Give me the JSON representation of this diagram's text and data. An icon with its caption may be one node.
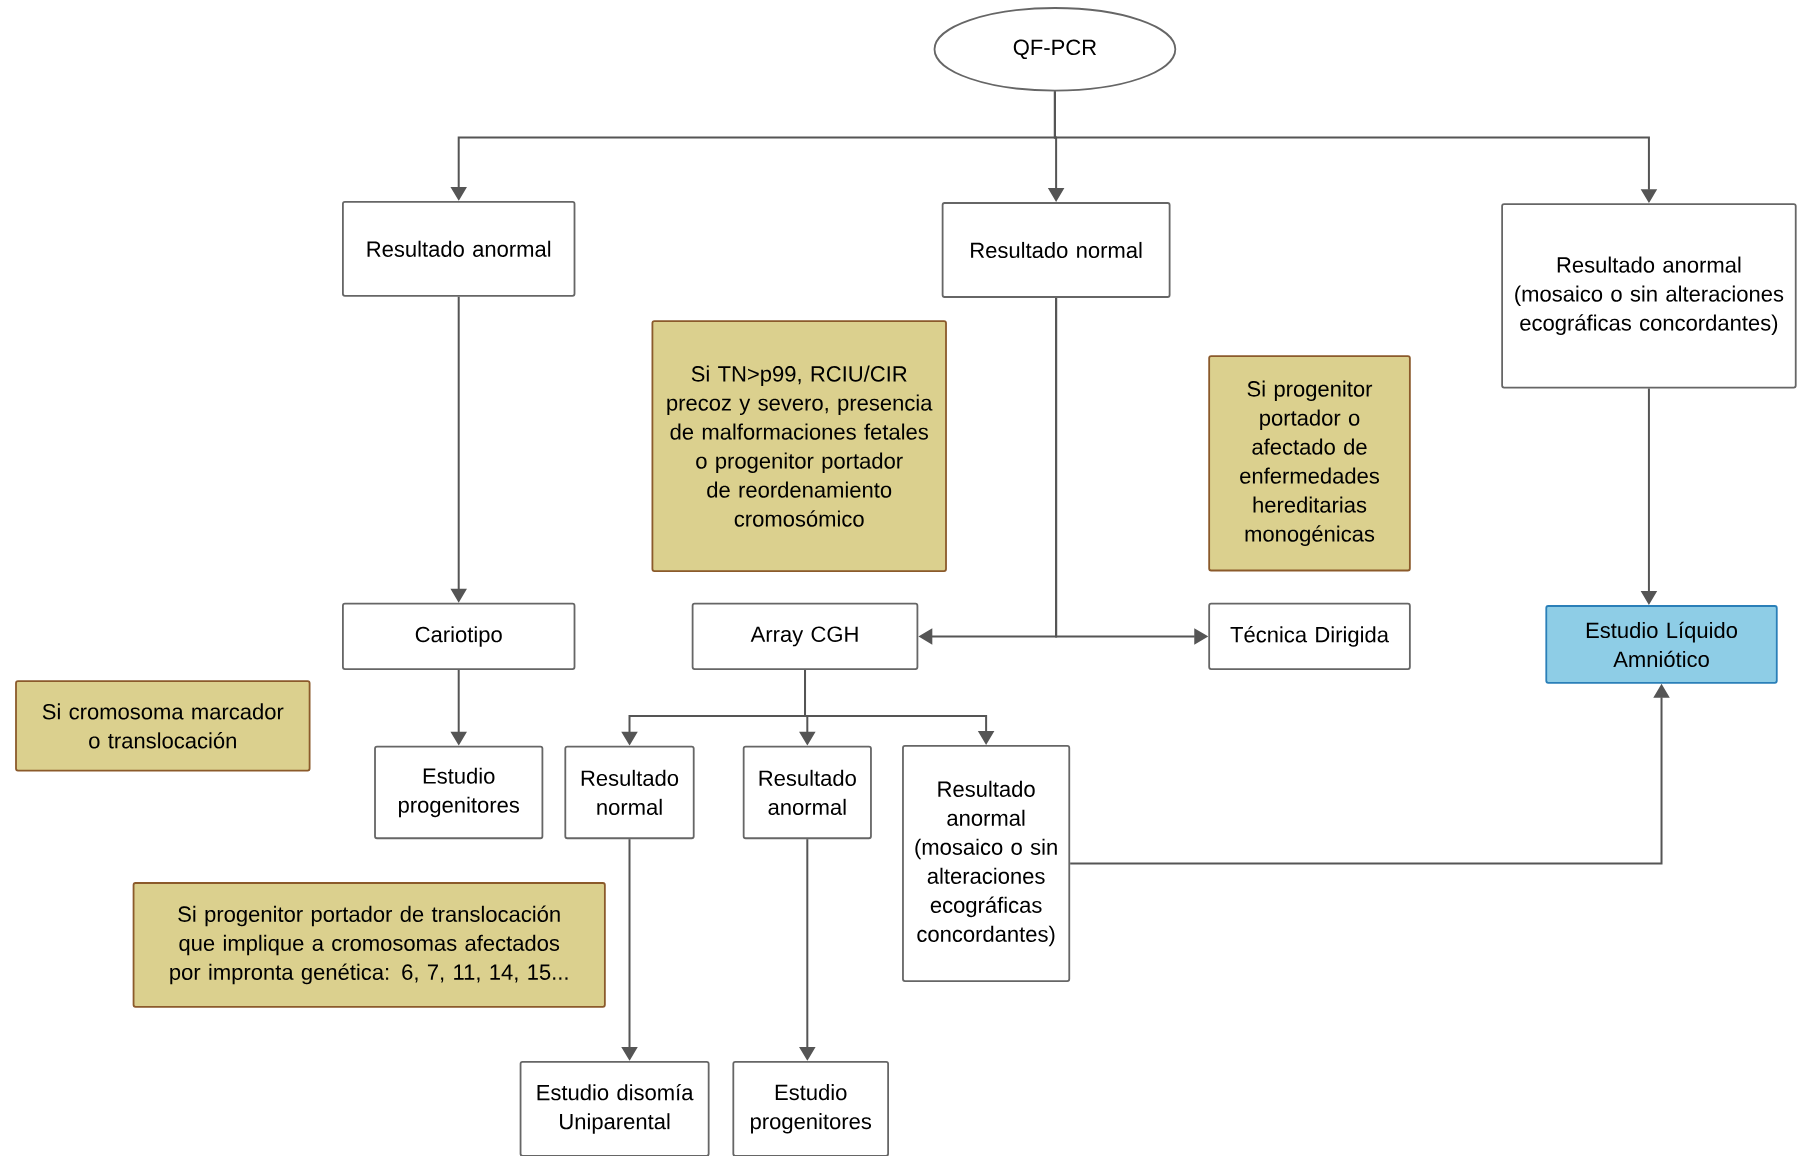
{
  "diagram": {
    "nodes": [
      {
        "text": [
          "QF-PCR"
        ]
      },
      {
        "text": [
          "Resultado anormal"
        ]
      },
      {
        "text": [
          "Resultado normal"
        ]
      },
      {
        "text": [
          "Resultado anormal (mosaico o sin alteraciones ecográficas concordantes)"
        ]
      },
      {
        "text": [
          "Si TN>p99, RCIU/CIR precoz y severo, presencia de malformaciones fetales o progenitor portador de reordenamiento cromosómico"
        ]
      },
      {
        "text": [
          "Si progenitor portador o afectado de enfermedades hereditarias monogénicas"
        ]
      },
      {
        "text": [
          "Cariotipo"
        ]
      },
      {
        "text": [
          "Array CGH"
        ]
      },
      {
        "text": [
          "Técnica Dirigida"
        ]
      },
      {
        "text": [
          "Estudio Líquido Amniótico"
        ]
      },
      {
        "text": [
          "Si cromosoma marcador o translocación"
        ]
      },
      {
        "text": [
          "Estudio progenitores"
        ]
      },
      {
        "text": [
          "Resultado normal"
        ]
      },
      {
        "text": [
          "Resultado anormal"
        ]
      },
      {
        "text": [
          "Resultado anormal (mosaico o sin alteraciones ecográficas concordantes)"
        ]
      },
      {
        "text": [
          "Si progenitor portador de translocación que implique a cromosomas afectados por impronta genética: 6, 7, 11, 14, 15..."
        ]
      },
      {
        "text": [
          "Estudio disomía Uniparental"
        ]
      },
      {
        "text": [
          "Estudio progenitores"
        ]
      }
    ],
    "edges": [
      {
        "from": 0,
        "to": 1,
        "arrow": "to"
      },
      {
        "from": 0,
        "to": 2,
        "arrow": "to"
      },
      {
        "from": 0,
        "to": 3,
        "arrow": "to"
      },
      {
        "from": 1,
        "to": 6,
        "arrow": "to"
      },
      {
        "from": 3,
        "to": 9,
        "arrow": "to"
      },
      {
        "from": 2,
        "to": 7,
        "arrow": "to"
      },
      {
        "from": 2,
        "to": 8,
        "arrow": "to"
      },
      {
        "from": 6,
        "to": 11,
        "arrow": "to"
      },
      {
        "from": 7,
        "to": 12,
        "arrow": "to"
      },
      {
        "from": 7,
        "to": 13,
        "arrow": "to"
      },
      {
        "from": 7,
        "to": 14,
        "arrow": "to"
      },
      {
        "from": 12,
        "to": 16,
        "arrow": "to"
      },
      {
        "from": 13,
        "to": 17,
        "arrow": "to"
      },
      {
        "from": 14,
        "to": 9,
        "arrow": "to"
      }
    ]
  }
}
